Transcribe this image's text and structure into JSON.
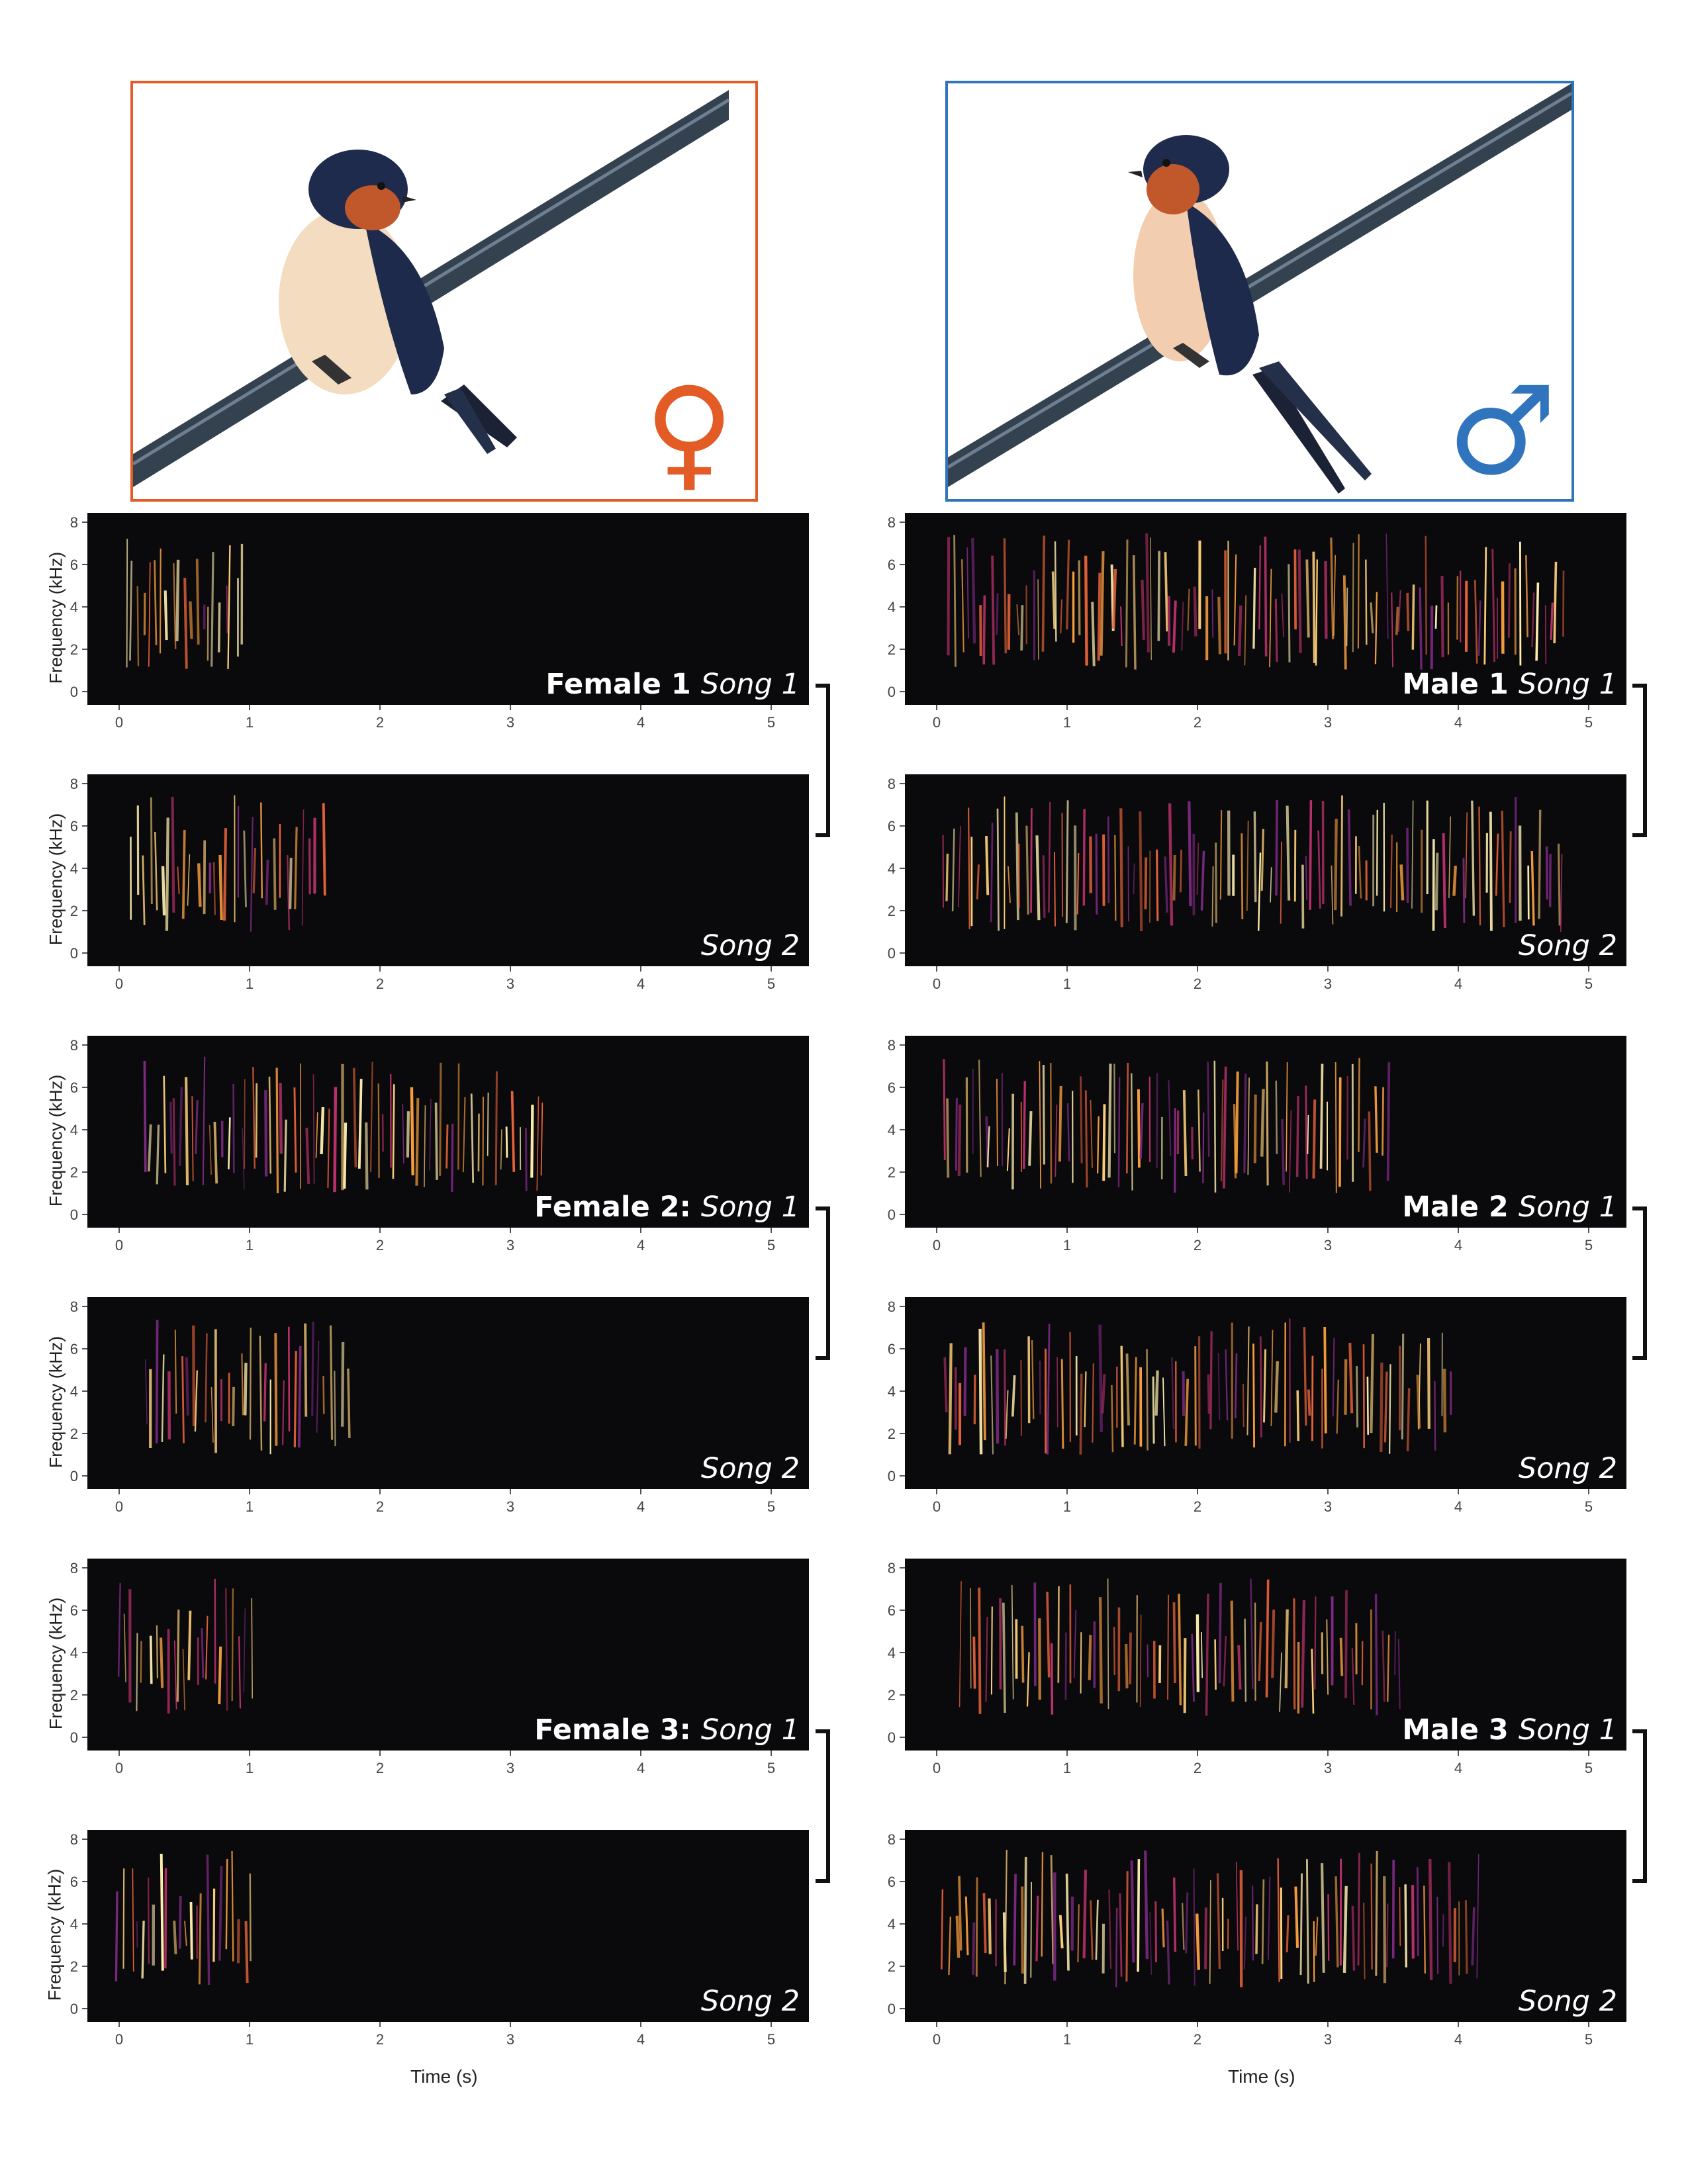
{
  "symbols": {
    "female": "♀",
    "male": "♂"
  },
  "colors": {
    "female_frame": "#e35b25",
    "male_frame": "#2f74bd",
    "spectrogram_bg": "#0a090c"
  },
  "axes": {
    "y_label": "Frequency (kHz)",
    "x_label": "Time (s)",
    "y_ticks": [
      "0",
      "2",
      "4",
      "6",
      "8"
    ],
    "x_ticks": [
      "0",
      "1",
      "2",
      "3",
      "4",
      "5"
    ]
  },
  "panels": [
    {
      "who": "Female 1",
      "song": "Song 1",
      "side": "female",
      "duration_s": 0.95,
      "start_s": 0.05
    },
    {
      "who": "",
      "song": "Song 2",
      "side": "female",
      "duration_s": 1.5,
      "start_s": 0.1
    },
    {
      "who": "Female 2:",
      "song": "Song 1",
      "side": "female",
      "duration_s": 3.1,
      "start_s": 0.2
    },
    {
      "who": "",
      "song": "Song 2",
      "side": "female",
      "duration_s": 1.6,
      "start_s": 0.2
    },
    {
      "who": "Female 3:",
      "song": "Song 1",
      "side": "female",
      "duration_s": 1.05,
      "start_s": 0.0
    },
    {
      "who": "",
      "song": "Song 2",
      "side": "female",
      "duration_s": 1.05,
      "start_s": 0.0
    },
    {
      "who": "Male 1",
      "song": "Song 1",
      "side": "male",
      "duration_s": 4.75,
      "start_s": 0.1
    },
    {
      "who": "",
      "song": "Song 2",
      "side": "male",
      "duration_s": 4.8,
      "start_s": 0.05
    },
    {
      "who": "Male 2",
      "song": "Song 1",
      "side": "male",
      "duration_s": 3.45,
      "start_s": 0.05
    },
    {
      "who": "",
      "song": "Song 2",
      "side": "male",
      "duration_s": 3.95,
      "start_s": 0.05
    },
    {
      "who": "Male 3",
      "song": "Song 1",
      "side": "male",
      "duration_s": 3.4,
      "start_s": 0.2
    },
    {
      "who": "",
      "song": "Song 2",
      "side": "male",
      "duration_s": 4.15,
      "start_s": 0.05
    }
  ]
}
